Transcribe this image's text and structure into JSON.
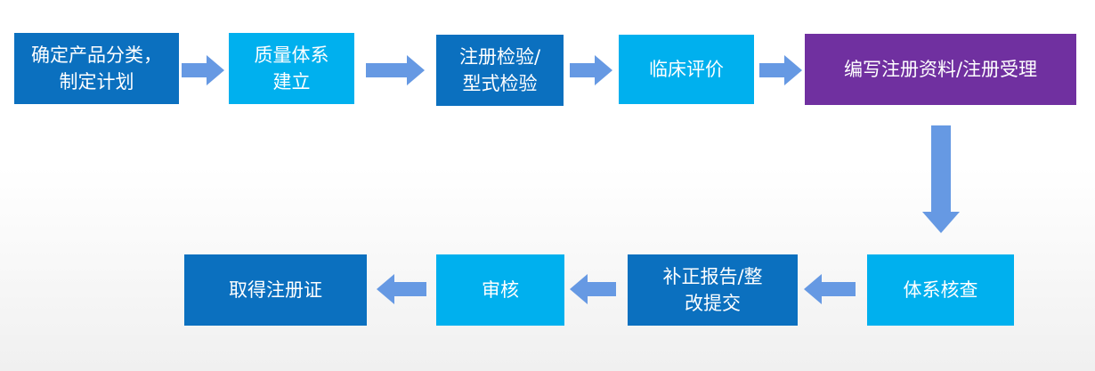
{
  "colors": {
    "dark_blue": "#0B70BF",
    "light_blue": "#00B0EE",
    "purple": "#7030A0",
    "arrow": "#6699E3"
  },
  "steps": [
    {
      "label": "确定产品分类，\n制定计划",
      "color": "dark_blue"
    },
    {
      "label": "质量体系\n建立",
      "color": "light_blue"
    },
    {
      "label": "注册检验/\n型式检验",
      "color": "dark_blue"
    },
    {
      "label": "临床评价",
      "color": "light_blue"
    },
    {
      "label": "编写注册资料/注册受理",
      "color": "purple"
    },
    {
      "label": "体系核查",
      "color": "light_blue"
    },
    {
      "label": "补正报告/整\n改提交",
      "color": "dark_blue"
    },
    {
      "label": "审核",
      "color": "light_blue"
    },
    {
      "label": "取得注册证",
      "color": "dark_blue"
    }
  ]
}
